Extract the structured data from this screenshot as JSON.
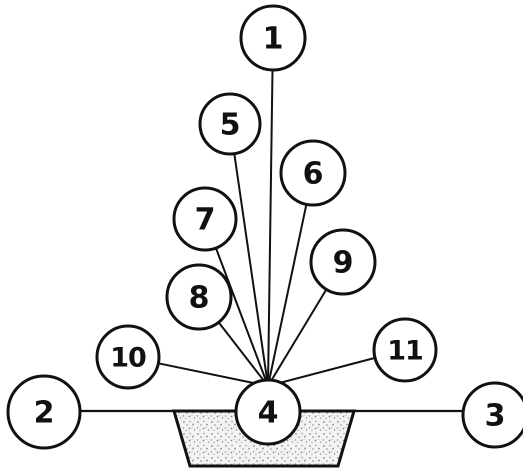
{
  "diagram": {
    "nodes": [
      {
        "id": "1",
        "label": "1"
      },
      {
        "id": "2",
        "label": "2"
      },
      {
        "id": "3",
        "label": "3"
      },
      {
        "id": "4",
        "label": "4"
      },
      {
        "id": "5",
        "label": "5"
      },
      {
        "id": "6",
        "label": "6"
      },
      {
        "id": "7",
        "label": "7"
      },
      {
        "id": "8",
        "label": "8"
      },
      {
        "id": "9",
        "label": "9"
      },
      {
        "id": "10",
        "label": "10"
      },
      {
        "id": "11",
        "label": "11"
      }
    ],
    "edges": [
      {
        "from": "4",
        "to": "1"
      },
      {
        "from": "4",
        "to": "5"
      },
      {
        "from": "4",
        "to": "6"
      },
      {
        "from": "4",
        "to": "7"
      },
      {
        "from": "4",
        "to": "8"
      },
      {
        "from": "4",
        "to": "9"
      },
      {
        "from": "4",
        "to": "10"
      },
      {
        "from": "4",
        "to": "11"
      },
      {
        "from": "4",
        "to": "2"
      },
      {
        "from": "4",
        "to": "3"
      }
    ],
    "colors": {
      "ink": "#111111",
      "background": "#ffffff",
      "speckle": "#8a8a8a"
    }
  }
}
